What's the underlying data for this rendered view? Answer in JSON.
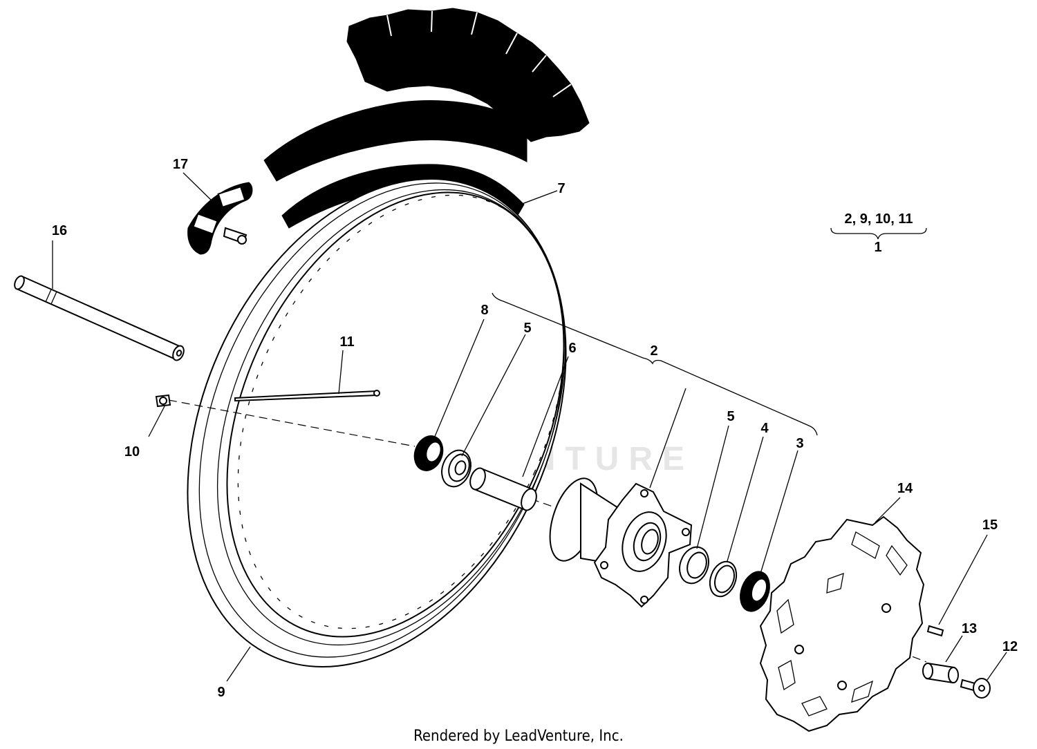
{
  "watermark": "LEADVENTURE",
  "footer": "Rendered by LeadVenture, Inc.",
  "assembly_note": {
    "members": "2, 9, 10, 11",
    "assembly": "1"
  },
  "callouts": {
    "c2": "2",
    "c3": "3",
    "c4": "4",
    "c5a": "5",
    "c5b": "5",
    "c6": "6",
    "c7": "7",
    "c8": "8",
    "c9": "9",
    "c10": "10",
    "c11": "11",
    "c12": "12",
    "c13": "13",
    "c14": "14",
    "c15": "15",
    "c16": "16",
    "c17": "17"
  }
}
